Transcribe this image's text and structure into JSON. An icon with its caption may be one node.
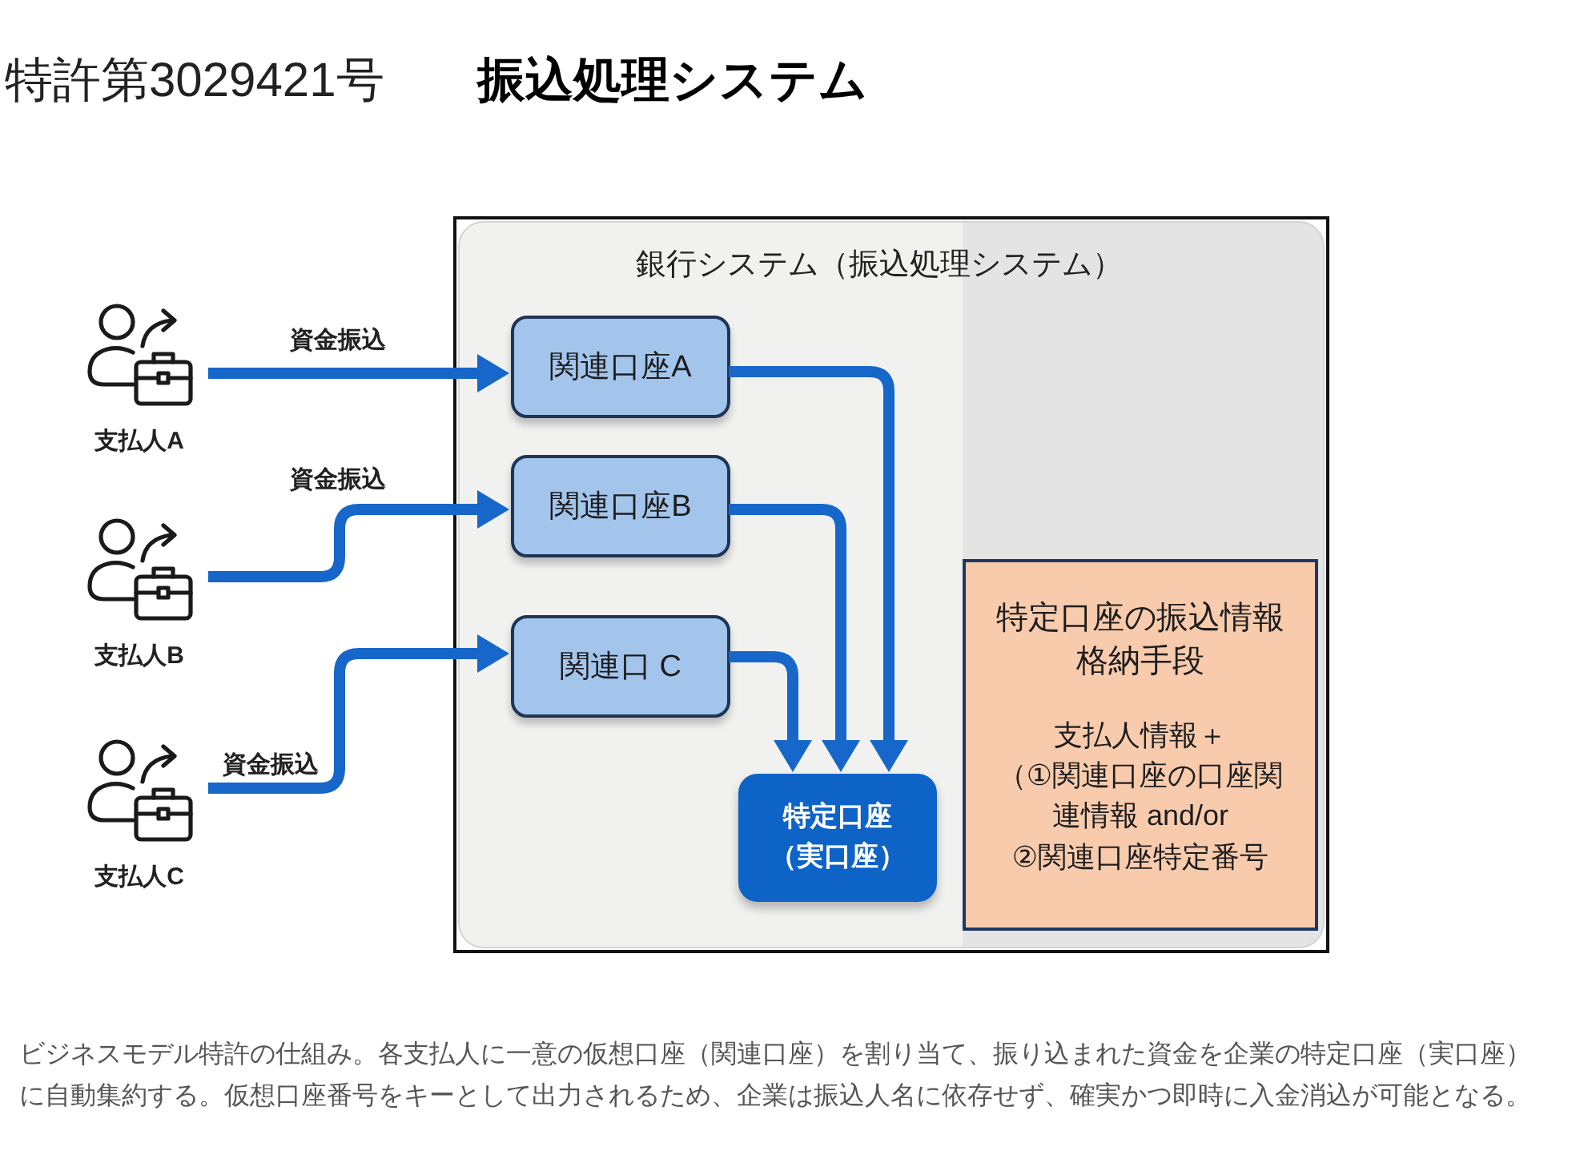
{
  "diagram": {
    "title": "特許第3029421号　**振込処理システム**",
    "nodes": [
      {
        "text": [
          "支払人A"
        ]
      },
      {
        "text": [
          "支払人B"
        ]
      },
      {
        "text": [
          "支払人C"
        ]
      },
      {
        "text": [
          "銀行システム（振込処理システム）"
        ]
      },
      {
        "text": [
          "関連口座A"
        ],
        "in": 3
      },
      {
        "text": [
          "関連口座B"
        ],
        "in": 3
      },
      {
        "text": [
          "関連口 C"
        ],
        "in": 3
      },
      {
        "text": [
          "特定口座（実口座）"
        ],
        "in": 3
      },
      {
        "text": [
          "特定口座の振込情報格納手段",
          "支払人情報＋",
          "（①関連口座の口座関連情報 and/or ②関連口座特定番号"
        ],
        "in": 3
      }
    ],
    "edges": [
      {
        "from": 0,
        "to": 4,
        "arrow": "to",
        "label": "資金振込"
      },
      {
        "from": 1,
        "to": 5,
        "arrow": "to",
        "label": "資金振込"
      },
      {
        "from": 2,
        "to": 6,
        "arrow": "to",
        "label": "資金振込"
      },
      {
        "from": 4,
        "to": 7,
        "arrow": "to"
      },
      {
        "from": 5,
        "to": 7,
        "arrow": "to"
      },
      {
        "from": 6,
        "to": 7,
        "arrow": "to"
      }
    ],
    "caption": "ビジネスモデル特許の仕組み。各支払人に一意の仮想口座（関連口座）を割り当て、振り込まれた資金を企業の特定口座（実口座）に自動集約する。仮想口座番号をキーとして出力されるため、企業は振込人名に依存せず、確実かつ即時に入金消込が可能となる。"
  }
}
